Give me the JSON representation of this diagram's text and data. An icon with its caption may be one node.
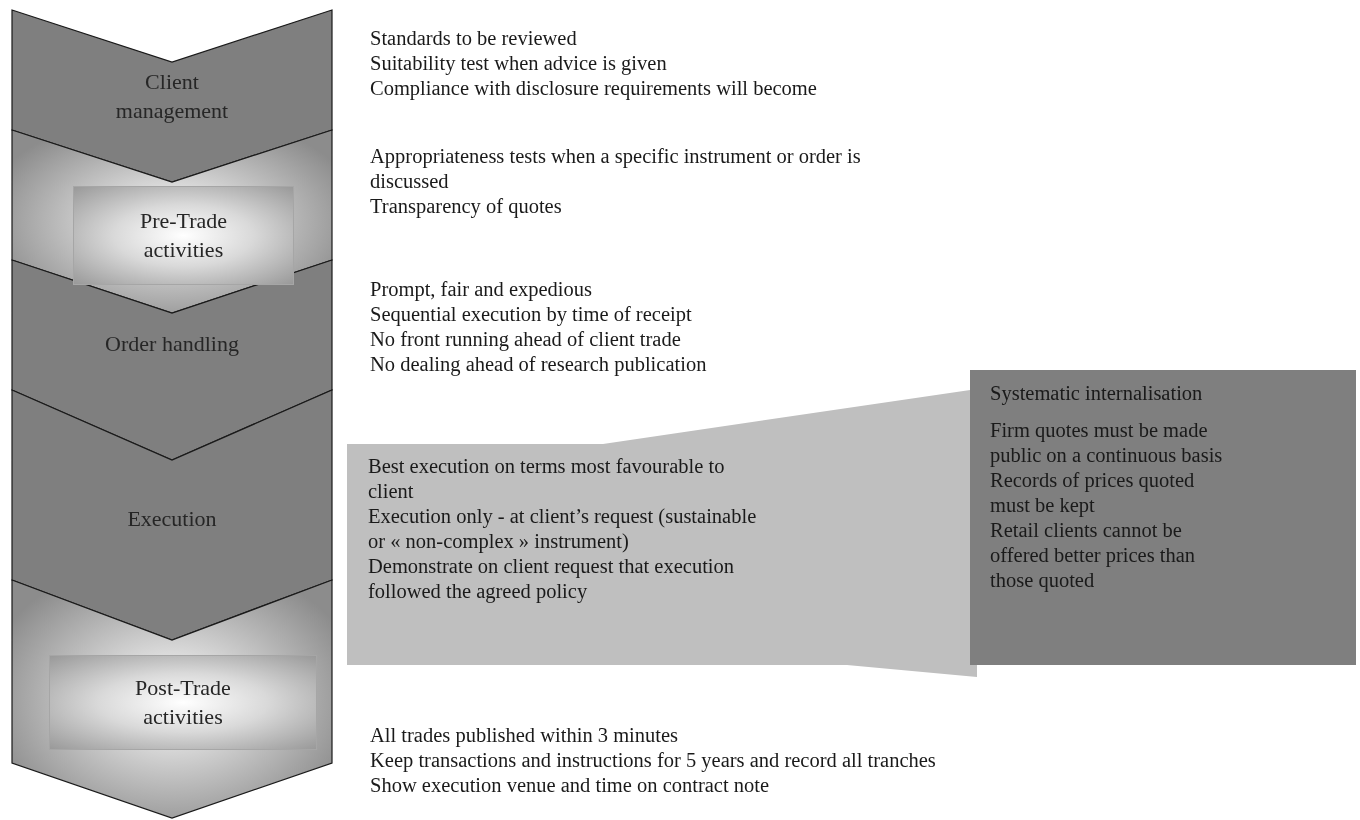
{
  "diagram": {
    "nodes": [
      {
        "text": [
          "Client management"
        ]
      },
      {
        "text": [
          "Pre-Trade activities"
        ]
      },
      {
        "text": [
          "Order handling"
        ]
      },
      {
        "text": [
          "Execution"
        ]
      },
      {
        "text": [
          "Post-Trade activities"
        ]
      },
      {
        "text": [
          "Best execution on terms most favourable to client",
          "Execution only - at client’s request (sustainable or « non-complex » instrument)",
          "Demonstrate on client request that execution followed the agreed policy"
        ]
      },
      {
        "text": [
          "Systematic internalisation",
          "Firm quotes must be made public on a continuous basis",
          "Records of prices quoted must be kept",
          "Retail clients cannot be offered better prices than those quoted"
        ]
      }
    ],
    "labels": [
      "Standards to be reviewed",
      "Suitability test when advice is given",
      "Compliance with disclosure requirements will become",
      "Appropriateness tests when a specific instrument or order is discussed",
      "Transparency of quotes",
      "Prompt, fair and expedious",
      "Sequential execution by time of receipt",
      "No front running ahead of client trade",
      "No dealing ahead of research publication",
      "All trades published within 3 minutes",
      "Keep transactions and instructions for 5 years and record all tranches",
      "Show execution venue and time on contract note"
    ]
  }
}
